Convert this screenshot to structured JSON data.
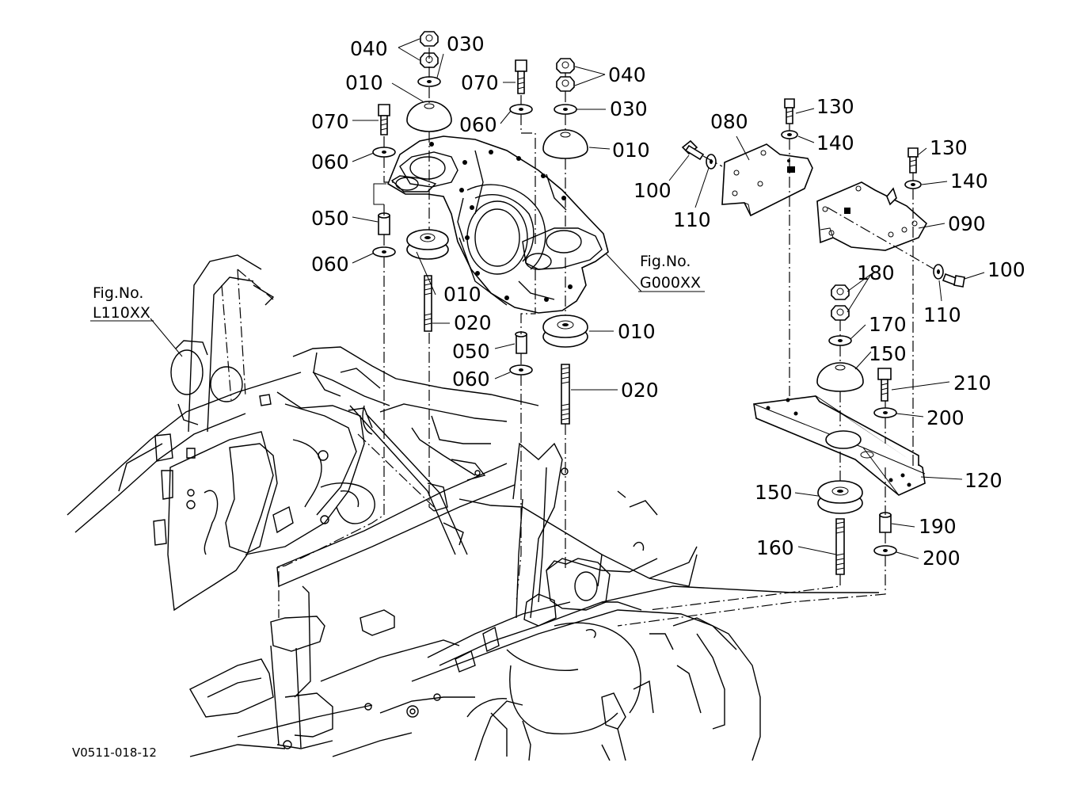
{
  "drawing_code": "V0511-018-12",
  "callouts": {
    "c010": "010",
    "c020": "020",
    "c030": "030",
    "c040": "040",
    "c050": "050",
    "c060": "060",
    "c070": "070",
    "c080": "080",
    "c090": "090",
    "c100": "100",
    "c110": "110",
    "c120": "120",
    "c130": "130",
    "c140": "140",
    "c150": "150",
    "c160": "160",
    "c170": "170",
    "c180": "180",
    "c190": "190",
    "c200": "200",
    "c210": "210"
  },
  "figure_refs": {
    "frame": {
      "label": "Fig.No.",
      "code": "L110XX"
    },
    "housing": {
      "label": "Fig.No.",
      "code": "G000XX"
    }
  }
}
